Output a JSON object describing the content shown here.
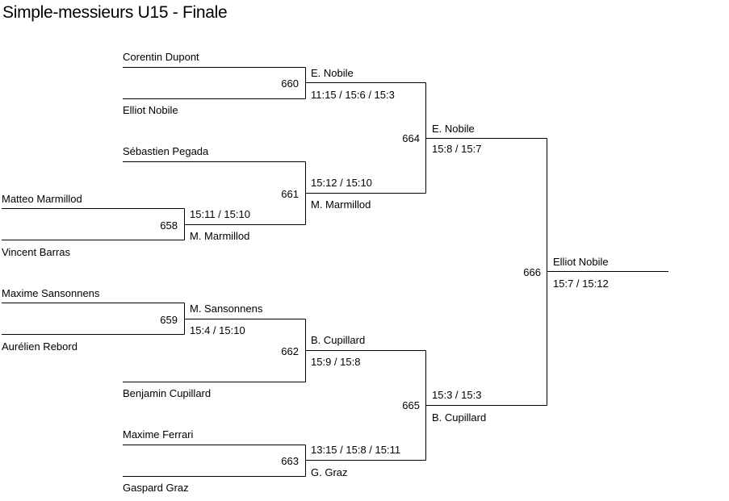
{
  "title": "Simple-messieurs U15 - Finale",
  "players": [
    "Corentin Dupont",
    "Elliot Nobile",
    "Sébastien Pegada",
    "Matteo Marmillod",
    "Vincent Barras",
    "Maxime Sansonnens",
    "Aurélien Rebord",
    "Benjamin Cupillard",
    "Maxime Ferrari",
    "Gaspard Graz"
  ],
  "matches": [
    {
      "id": "658",
      "winner": "M. Marmillod",
      "score": "15:11 / 15:10"
    },
    {
      "id": "659",
      "winner": "M. Sansonnens",
      "score": "15:4 / 15:10"
    },
    {
      "id": "660",
      "winner": "E. Nobile",
      "score": "11:15 / 15:6 / 15:3"
    },
    {
      "id": "661",
      "winner": "M. Marmillod",
      "score": "15:12 / 15:10"
    },
    {
      "id": "662",
      "winner": "B. Cupillard",
      "score": "15:9 / 15:8"
    },
    {
      "id": "663",
      "winner": "G. Graz",
      "score": "13:15 / 15:8 / 15:11"
    },
    {
      "id": "664",
      "winner": "E. Nobile",
      "score": "15:8 / 15:7"
    },
    {
      "id": "665",
      "winner": "B. Cupillard",
      "score": "15:3 / 15:3"
    },
    {
      "id": "666",
      "winner": "Elliot Nobile",
      "score": "15:7 / 15:12"
    }
  ]
}
